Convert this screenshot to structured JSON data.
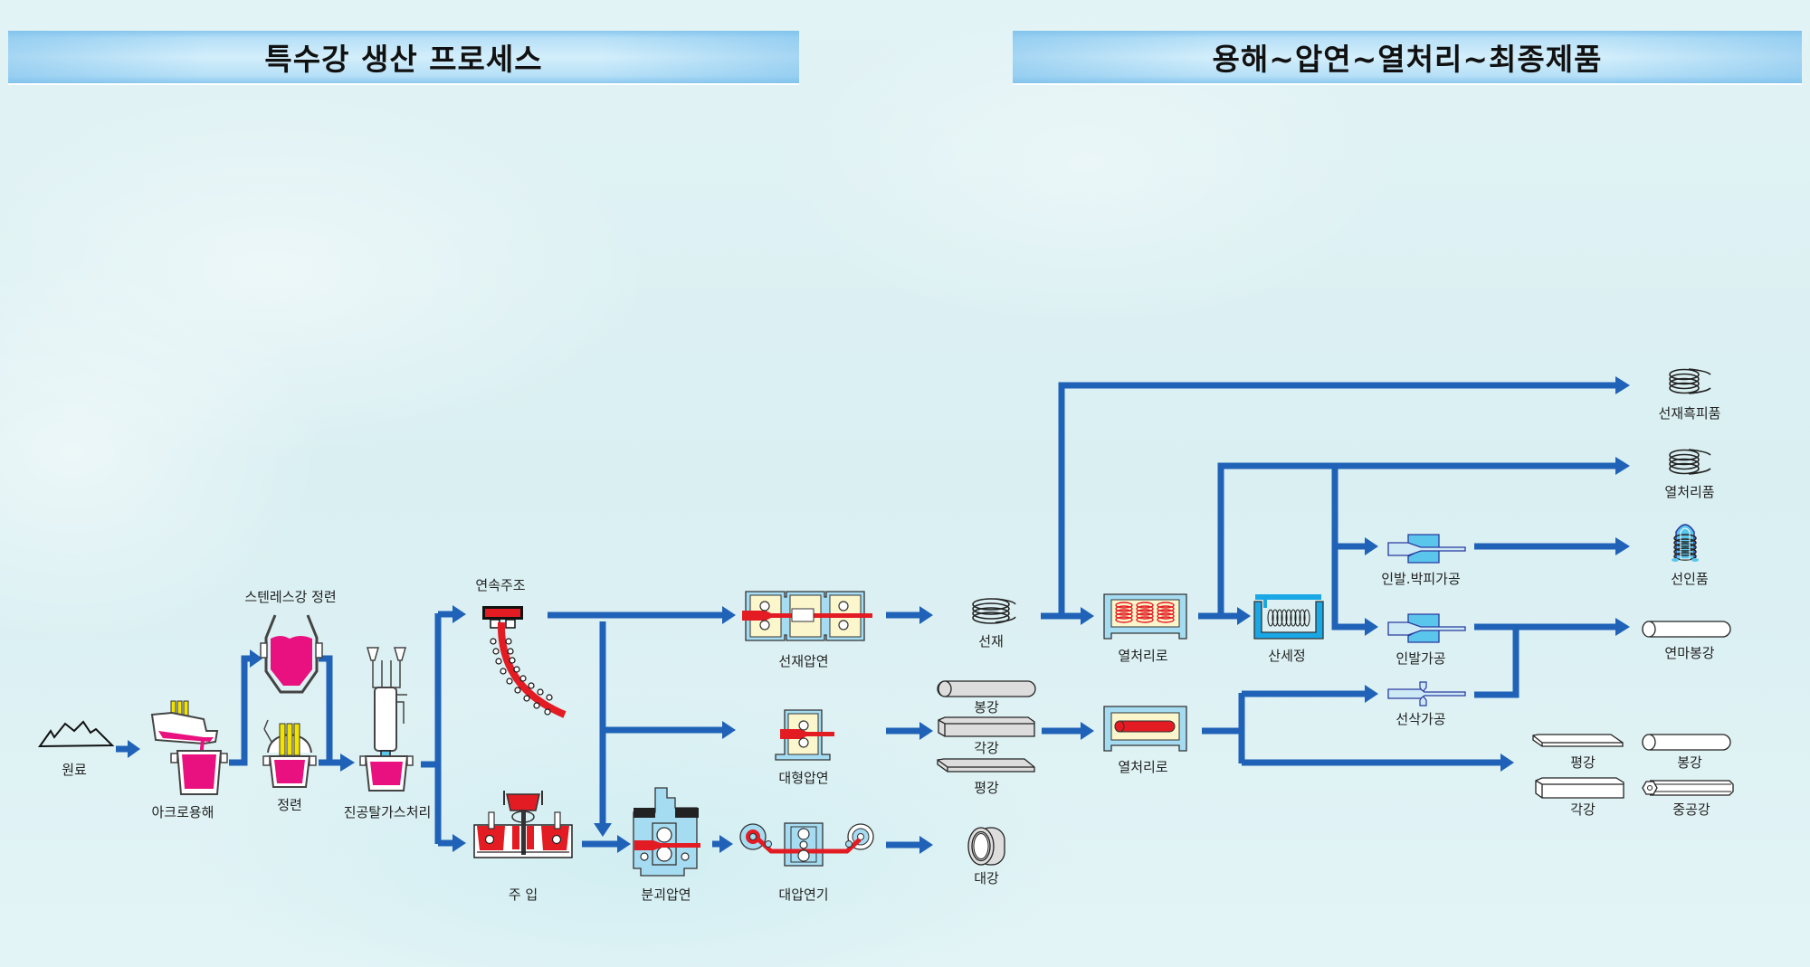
{
  "banners": {
    "left_title": "특수강 생산 프로세스",
    "right_title": "용해~압연~열처리~최종제품"
  },
  "colors": {
    "flow_arrow": "#1f62b7",
    "molten_steel": "#e8117f",
    "hot_steel": "#e31b23",
    "equipment_blue": "#a6dcf2",
    "furnace_inner": "#fbf6cc",
    "electrode": "#f2e400"
  },
  "stages": {
    "raw_material": "원료",
    "arc_melting": "아크로용해",
    "stainless_refining": "스텐레스강 정련",
    "refining": "정련",
    "vacuum_degassing": "진공탈가스처리",
    "continuous_casting": "연속주조",
    "ingot_casting": "주 입",
    "blooming": "분괴압연",
    "wire_rod_rolling": "선재압연",
    "large_section_rolling": "대형압연",
    "strip_rolling": "대압연기",
    "wire_rod": "선재",
    "round_bar": "봉강",
    "square_bar": "각강",
    "flat_bar": "평강",
    "strip": "대강",
    "heat_treat_furnace_1": "열처리로",
    "heat_treat_furnace_2": "열처리로",
    "pickling": "산세정",
    "drawing_peeling": "인발.박피가공",
    "drawing": "인발가공",
    "turning": "선삭가공"
  },
  "products": {
    "black_wire_rod": "선재흑피품",
    "heat_treated": "열처리품",
    "drawn_wire": "선인품",
    "polished_bar": "연마봉강",
    "flat_bar": "평강",
    "round_bar": "봉강",
    "square_bar": "각강",
    "hollow_bar": "중공강"
  }
}
